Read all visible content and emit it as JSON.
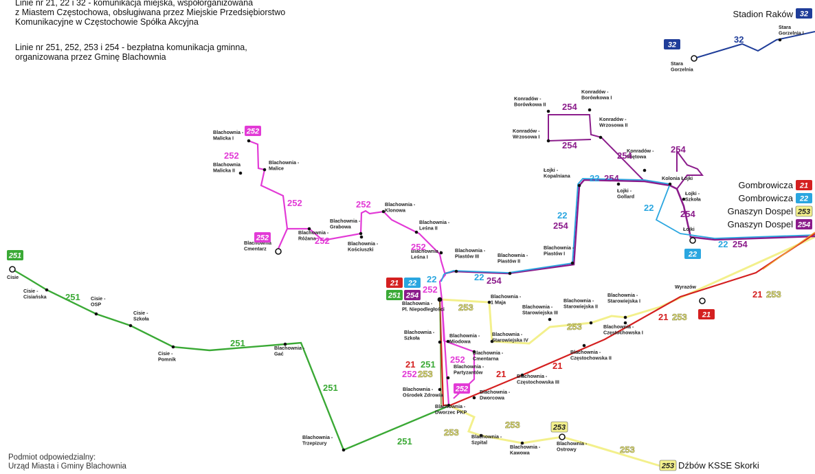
{
  "intro": {
    "line1": "Linie nr 21, 22 i 32 - komunikacja miejska, współorganizowana",
    "line2": "z Miastem Częstochowa, obsługiwana przez Miejskie Przedsiębiorstwo",
    "line3": "Komunikacyjne w Częstochowie Spółka Akcyjna",
    "line4": "Linie nr 251, 252, 253 i 254 - bezpłatna komunikacja gminna,",
    "line5": "organizowana przez Gminę Blachownia"
  },
  "footer": {
    "line1": "Podmiot odpowiedzialny:",
    "line2": "Urząd Miasta i Gminy Blachownia"
  },
  "colors": {
    "l21": "#d42020",
    "l22": "#2aa6e0",
    "l32": "#1f3d99",
    "l251": "#3aa935",
    "l252": "#e23ad6",
    "l253": "#f3f08c",
    "l254": "#8b1c8b"
  },
  "lines": {
    "l21": "21",
    "l22": "22",
    "l32": "32",
    "l251": "251",
    "l252": "252",
    "l253": "253",
    "l254": "254"
  },
  "destinations": {
    "stadion_rakow": "Stadion Raków",
    "gombrowicza_21": "Gombrowicza",
    "gombrowicza_22": "Gombrowicza",
    "gnaszyn_253": "Gnaszyn Dospel",
    "gnaszyn_254": "Gnaszyn Dospel",
    "dzbow": "Dźbów KSSE Skorki"
  },
  "stops": {
    "stara_gorzelnia": [
      "Stara",
      "Gorzelnia"
    ],
    "stara_gorzelnia_i": [
      "Stara",
      "Gorzelnia I"
    ],
    "cisie": [
      "Cisie"
    ],
    "cisie_cisianska": [
      "Cisie -",
      "Cisiańska"
    ],
    "cisie_osp": [
      "Cisie -",
      "OSP"
    ],
    "cisie_szkola": [
      "Cisie -",
      "Szkoła"
    ],
    "cisie_pomnik": [
      "Cisie -",
      "Pomnik"
    ],
    "gac": [
      "Blachownia -",
      "Gać"
    ],
    "trzepizury": [
      "Blachownia -",
      "Trzepizury"
    ],
    "cmentarz_end": [
      "Blachownia",
      "Cmentarz"
    ],
    "malicka_i": [
      "Blachownia -",
      "Malicka I"
    ],
    "malicka_ii": [
      "Blachownia",
      "Malicka II"
    ],
    "malice": [
      "Blachownia -",
      "Malice"
    ],
    "rozana": [
      "Blachownia -",
      "Różana"
    ],
    "grabowa": [
      "Blachownia -",
      "Grabowa"
    ],
    "kosciuszki": [
      "Blachownia -",
      "Kościuszki"
    ],
    "klonowa": [
      "Blachownia -",
      "Klonowa"
    ],
    "lesna_ii": [
      "Blachownia -",
      "Leśna II"
    ],
    "lesna_i": [
      "Blachownia -",
      "Leśna I"
    ],
    "piastow_iii": [
      "Blachownia -",
      "Piastów III"
    ],
    "piastow_ii": [
      "Blachownia -",
      "Piastów II"
    ],
    "piastow_i": [
      "Blachownia -",
      "Piastów I"
    ],
    "pl_niep": [
      "Blachownia -",
      "Pl. Niepodległości"
    ],
    "szkola": [
      "Blachownia -",
      "Szkoła"
    ],
    "miodowa": [
      "Blachownia -",
      "Miodowa"
    ],
    "cmentarna": [
      "Blachownia -",
      "Cmentarna"
    ],
    "partyzantow": [
      "Blachownia -",
      "Partyzantów"
    ],
    "osrodek": [
      "Blachownia -",
      "Ośrodek Zdrowia"
    ],
    "dworzec_pkp": [
      "Blachownia -",
      "Dworzec PKP"
    ],
    "dworcowa": [
      "Blachownia -",
      "Dworcowa"
    ],
    "szpital": [
      "Blachownia -",
      "Szpital"
    ],
    "kawowa": [
      "Blachownia -",
      "Kawowa"
    ],
    "ostrowy": [
      "Blachownia -",
      "Ostrowy"
    ],
    "maja": [
      "Blachownia -",
      "1 Maja"
    ],
    "starow_iv": [
      "Blachownia -",
      "Starowiejska IV"
    ],
    "starow_iii": [
      "Blachownia -",
      "Starowiejska III"
    ],
    "starow_ii": [
      "Blachownia -",
      "Starowiejska II"
    ],
    "starow_i": [
      "Blachownia -",
      "Starowiejska I"
    ],
    "czest_iii": [
      "Blachownia -",
      "Częstochowska III"
    ],
    "czest_ii": [
      "Blachownia -",
      "Częstochowska II"
    ],
    "czest_i": [
      "Blachownia -",
      "Częstochowska I"
    ],
    "wyrazow": [
      "Wyrazów"
    ],
    "lojki_kopalniana": [
      "Łojki -",
      "Kopalniana"
    ],
    "lojki_gollard": [
      "Łojki -",
      "Gollard"
    ],
    "kolonia_lojki": [
      "Kolonia Łojki"
    ],
    "lojki_szkola": [
      "Łojki -",
      "Szkoła"
    ],
    "lojki": [
      "Łojki"
    ],
    "konr_wrzosowa_i": [
      "Konradów -",
      "Wrzosowa I"
    ],
    "konr_borowkowa_ii": [
      "Konradów -",
      "Borówkowa II"
    ],
    "konr_borowkowa_i": [
      "Konradów -",
      "Borówkowa I"
    ],
    "konr_wrzosowa_ii": [
      "Konradów -",
      "Wrzosowa II"
    ],
    "konr_mietowa": [
      "Konradów -",
      "Miętowa"
    ]
  }
}
